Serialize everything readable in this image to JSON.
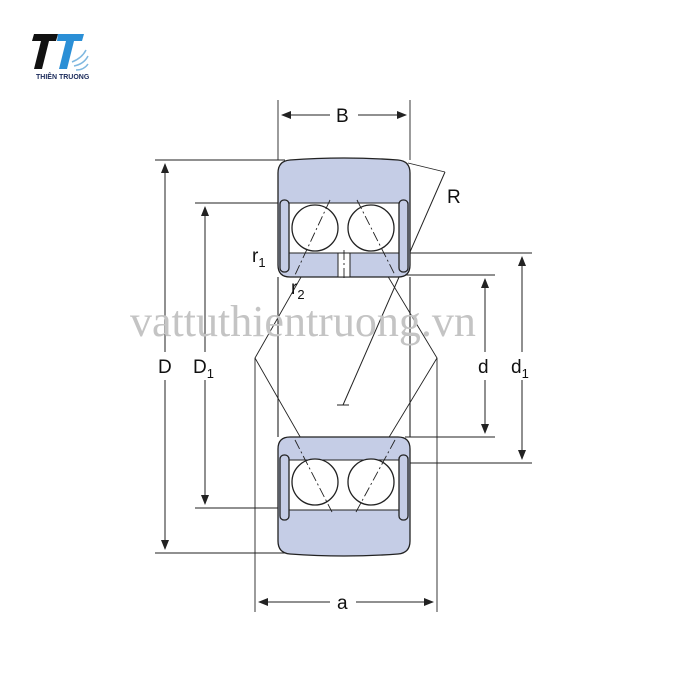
{
  "logo": {
    "text": "THIÊN TRUONG",
    "colors": {
      "dark": "#111111",
      "blue": "#2a8fd6"
    }
  },
  "watermark": "vattuthientruong.vn",
  "labels": {
    "B": "B",
    "R": "R",
    "r1": "r",
    "r1_sub": "1",
    "r2": "r",
    "r2_sub": "2",
    "D": "D",
    "D1": "D",
    "D1_sub": "1",
    "d": "d",
    "d1": "d",
    "d1_sub": "1",
    "a": "a"
  },
  "colors": {
    "ring_fill": "#c5cde6",
    "line": "#222222"
  }
}
